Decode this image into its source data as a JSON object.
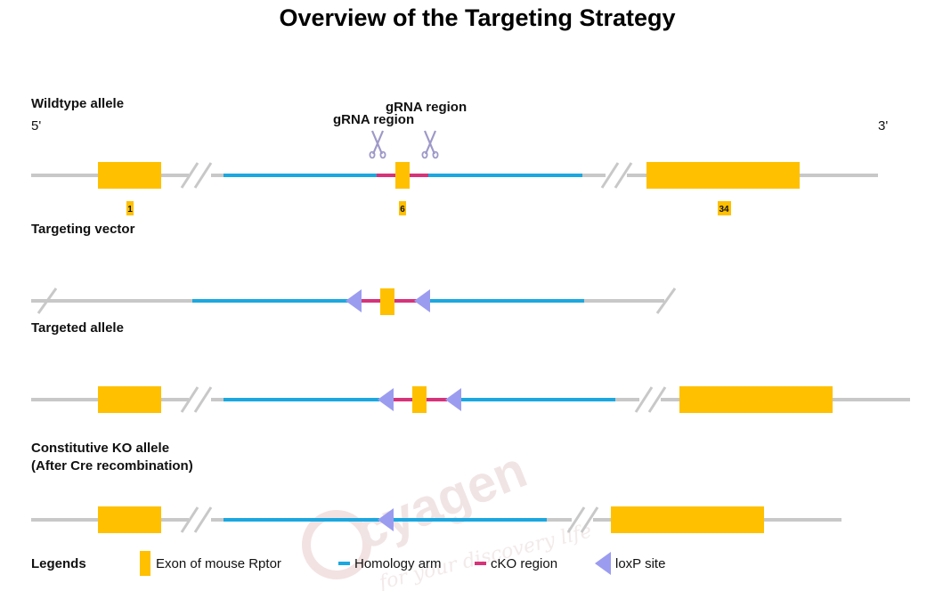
{
  "title": "Overview of the Targeting Strategy",
  "sections": {
    "wildtype": "Wildtype allele",
    "vector": "Targeting vector",
    "targeted": "Targeted allele",
    "ko_line1": "Constitutive KO allele",
    "ko_line2": "(After Cre recombination)"
  },
  "ends": {
    "five_prime": "5'",
    "three_prime": "3'"
  },
  "grna": {
    "left": "gRNA region",
    "right": "gRNA region"
  },
  "exons": {
    "first": "1",
    "middle": "6",
    "last": "34"
  },
  "legend": {
    "heading": "Legends",
    "exon": "Exon of mouse Rptor",
    "homology": "Homology arm",
    "cko": "cKO region",
    "loxp": "loxP site"
  },
  "watermark": {
    "brand": "cyagen",
    "tagline": "for your discovery life"
  },
  "colors": {
    "exon": "#FFC000",
    "homology_arm": "#1BA8E0",
    "cko_region": "#D6337A",
    "loxp": "#9B9CF0",
    "backbone": "#C8C8C8",
    "scissors": "#9E98C8"
  }
}
